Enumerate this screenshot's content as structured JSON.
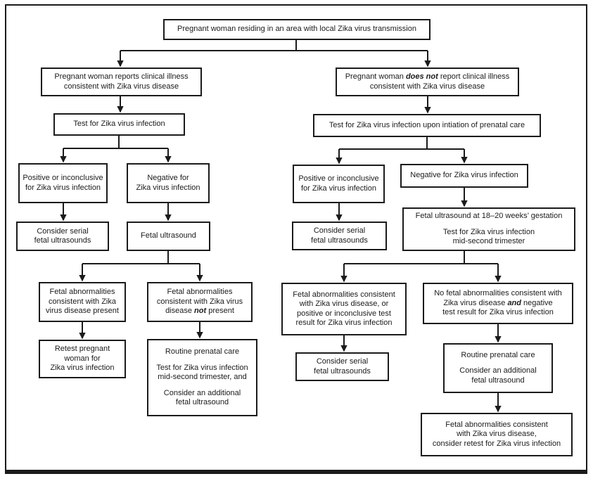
{
  "colors": {
    "line": "#1b1b1b",
    "background": "#ffffff"
  },
  "flowchart": {
    "nodes": {
      "root": {
        "paragraphs": [
          [
            {
              "t": "Pregnant woman residing in an area with local Zika virus transmission"
            }
          ]
        ]
      },
      "reports-illness": {
        "paragraphs": [
          [
            {
              "t": "Pregnant woman reports clinical illness"
            },
            {
              "br": true
            },
            {
              "t": "consistent with Zika virus disease"
            }
          ]
        ]
      },
      "no-reports-illness": {
        "paragraphs": [
          [
            {
              "t": "Pregnant woman "
            },
            {
              "t": "does not",
              "em": true
            },
            {
              "t": " report clinical illness"
            },
            {
              "br": true
            },
            {
              "t": "consistent with Zika virus disease"
            }
          ]
        ]
      },
      "test-zika": {
        "paragraphs": [
          [
            {
              "t": "Test for Zika virus infection"
            }
          ]
        ]
      },
      "test-zika-prenatal": {
        "paragraphs": [
          [
            {
              "t": "Test for Zika virus infection upon intiation of prenatal care"
            }
          ]
        ]
      },
      "positive-left": {
        "paragraphs": [
          [
            {
              "t": "Positive or inconclusive"
            },
            {
              "br": true
            },
            {
              "t": "for Zika virus infection"
            }
          ]
        ]
      },
      "negative-left": {
        "paragraphs": [
          [
            {
              "t": "Negative for"
            },
            {
              "br": true
            },
            {
              "t": "Zika virus infection"
            }
          ]
        ]
      },
      "positive-right": {
        "paragraphs": [
          [
            {
              "t": "Positive or inconclusive"
            },
            {
              "br": true
            },
            {
              "t": "for Zika virus infection"
            }
          ]
        ]
      },
      "negative-right": {
        "paragraphs": [
          [
            {
              "t": "Negative for Zika virus infection"
            }
          ]
        ]
      },
      "serial-left": {
        "paragraphs": [
          [
            {
              "t": "Consider serial"
            },
            {
              "br": true
            },
            {
              "t": "fetal ultrasounds"
            }
          ]
        ]
      },
      "ultrasound-left": {
        "paragraphs": [
          [
            {
              "t": "Fetal ultrasound"
            }
          ]
        ]
      },
      "serial-right": {
        "paragraphs": [
          [
            {
              "t": "Consider serial"
            },
            {
              "br": true
            },
            {
              "t": "fetal ultrasounds"
            }
          ]
        ]
      },
      "ultrasound-18-20": {
        "paragraphs": [
          [
            {
              "t": "Fetal ultrasound at 18–20 weeks’ gestation"
            }
          ],
          [
            {
              "t": "Test for Zika virus infection"
            },
            {
              "br": true
            },
            {
              "t": "mid-second trimester"
            }
          ]
        ]
      },
      "abnormalities-present": {
        "paragraphs": [
          [
            {
              "t": "Fetal abnormalities"
            },
            {
              "br": true
            },
            {
              "t": "consistent with Zika"
            },
            {
              "br": true
            },
            {
              "t": "virus disease present"
            }
          ]
        ]
      },
      "abnormalities-not-present": {
        "paragraphs": [
          [
            {
              "t": "Fetal abnormalities"
            },
            {
              "br": true
            },
            {
              "t": "consistent with Zika virus"
            },
            {
              "br": true
            },
            {
              "t": "disease "
            },
            {
              "t": "not",
              "em": true
            },
            {
              "t": " present"
            }
          ]
        ]
      },
      "retest-pregnant-woman": {
        "paragraphs": [
          [
            {
              "t": "Retest pregnant"
            },
            {
              "br": true
            },
            {
              "t": "woman for"
            },
            {
              "br": true
            },
            {
              "t": "Zika virus infection"
            }
          ]
        ]
      },
      "routine-midsecond": {
        "paragraphs": [
          [
            {
              "t": "Routine prenatal care"
            }
          ],
          [
            {
              "t": "Test for Zika virus infection"
            },
            {
              "br": true
            },
            {
              "t": "mid-second trimester, and"
            }
          ],
          [
            {
              "t": "Consider an additional"
            },
            {
              "br": true
            },
            {
              "t": "fetal ultrasound"
            }
          ]
        ]
      },
      "abnormalities-or-positive": {
        "paragraphs": [
          [
            {
              "t": "Fetal abnormalities consistent"
            },
            {
              "br": true
            },
            {
              "t": "with Zika virus disease, or"
            },
            {
              "br": true
            },
            {
              "t": "positive or inconclusive test"
            },
            {
              "br": true
            },
            {
              "t": "result for Zika virus infection"
            }
          ]
        ]
      },
      "no-abnormalities-negative": {
        "paragraphs": [
          [
            {
              "t": "No fetal abnormalities consistent with"
            },
            {
              "br": true
            },
            {
              "t": "Zika virus disease "
            },
            {
              "t": "and",
              "em": true
            },
            {
              "t": " negative"
            },
            {
              "br": true
            },
            {
              "t": "test result for Zika virus infection"
            }
          ]
        ]
      },
      "serial-bottom": {
        "paragraphs": [
          [
            {
              "t": "Consider serial"
            },
            {
              "br": true
            },
            {
              "t": "fetal ultrasounds"
            }
          ]
        ]
      },
      "routine-additional": {
        "paragraphs": [
          [
            {
              "t": "Routine prenatal care"
            }
          ],
          [
            {
              "t": "Consider an additional"
            },
            {
              "br": true
            },
            {
              "t": "fetal ultrasound"
            }
          ]
        ]
      },
      "abnormalities-retest": {
        "paragraphs": [
          [
            {
              "t": "Fetal abnormalities consistent"
            },
            {
              "br": true
            },
            {
              "t": "with Zika virus disease,"
            },
            {
              "br": true
            },
            {
              "t": "consider retest for Zika virus infection"
            }
          ]
        ]
      }
    }
  }
}
